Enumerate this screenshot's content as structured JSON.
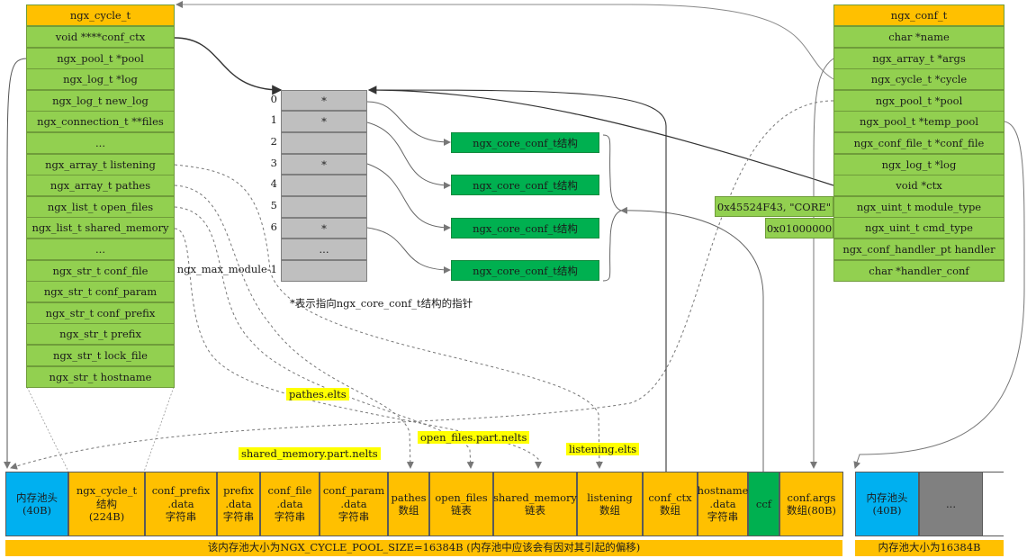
{
  "cycle": {
    "title": "ngx_cycle_t",
    "fields": [
      "void ****conf_ctx",
      "ngx_pool_t *pool",
      "ngx_log_t *log",
      "ngx_log_t new_log",
      "ngx_connection_t **files",
      "...",
      "ngx_array_t listening",
      "ngx_array_t pathes",
      "ngx_list_t open_files",
      "ngx_list_t shared_memory",
      "...",
      "ngx_str_t conf_file",
      "ngx_str_t conf_param",
      "ngx_str_t conf_prefix",
      "ngx_str_t prefix",
      "ngx_str_t lock_file",
      "ngx_str_t hostname"
    ]
  },
  "ctx_array": {
    "indices": [
      "0",
      "1",
      "2",
      "3",
      "4",
      "5",
      "6",
      "",
      "ngx_max_module-1"
    ],
    "cells": [
      "*",
      "*",
      "",
      "*",
      "",
      "",
      "*",
      "...",
      ""
    ],
    "note": "*表示指向ngx_core_conf_t结构的指针"
  },
  "core_conf": {
    "labels": [
      "ngx_core_conf_t结构",
      "ngx_core_conf_t结构",
      "ngx_core_conf_t结构",
      "ngx_core_conf_t结构"
    ]
  },
  "conf": {
    "title": "ngx_conf_t",
    "fields": [
      "char *name",
      "ngx_array_t *args",
      "ngx_cycle_t *cycle",
      "ngx_pool_t *pool",
      "ngx_pool_t *temp_pool",
      "ngx_conf_file_t *conf_file",
      "ngx_log_t *log",
      "void *ctx",
      "ngx_uint_t module_type",
      "ngx_uint_t cmd_type",
      "ngx_conf_handler_pt handler",
      "char *handler_conf"
    ],
    "module_type_value": "0x45524F43, \"CORE\"",
    "cmd_type_value": "0x01000000"
  },
  "highlights": {
    "pathes": "pathes.elts",
    "open_files": "open_files.part.nelts",
    "shared_memory": "shared_memory.part.nelts",
    "listening": "listening.elts"
  },
  "pool": {
    "segments": [
      [
        "内存池头",
        "(40B)"
      ],
      [
        "ngx_cycle_t",
        "结构",
        "(224B)"
      ],
      [
        "conf_prefix",
        ".data",
        "字符串"
      ],
      [
        "prefix",
        ".data",
        "字符串"
      ],
      [
        "conf_file",
        ".data",
        "字符串"
      ],
      [
        "conf_param",
        ".data",
        "字符串"
      ],
      [
        "pathes",
        "数组"
      ],
      [
        "open_files",
        "链表"
      ],
      [
        "shared_memory",
        "链表"
      ],
      [
        "listening",
        "数组"
      ],
      [
        "conf_ctx",
        "数组"
      ],
      [
        "hostname",
        ".data",
        "字符串"
      ],
      [
        "ccf"
      ],
      [
        "conf.args",
        "数组(80B)"
      ]
    ],
    "footer": "该内存池大小为NGX_CYCLE_POOL_SIZE=16384B (内存池中应该会有因对其引起的偏移)",
    "temp_segments": [
      [
        "内存池头",
        "(40B)"
      ],
      [
        "..."
      ]
    ],
    "temp_footer": "内存池大小为16384B"
  },
  "colors": {
    "field": "#92d050",
    "title": "#ffc000",
    "core": "#00b050",
    "pool_head": "#00b0f0",
    "ctx_cell": "#bfbfbf",
    "highlight": "#ffff00"
  }
}
